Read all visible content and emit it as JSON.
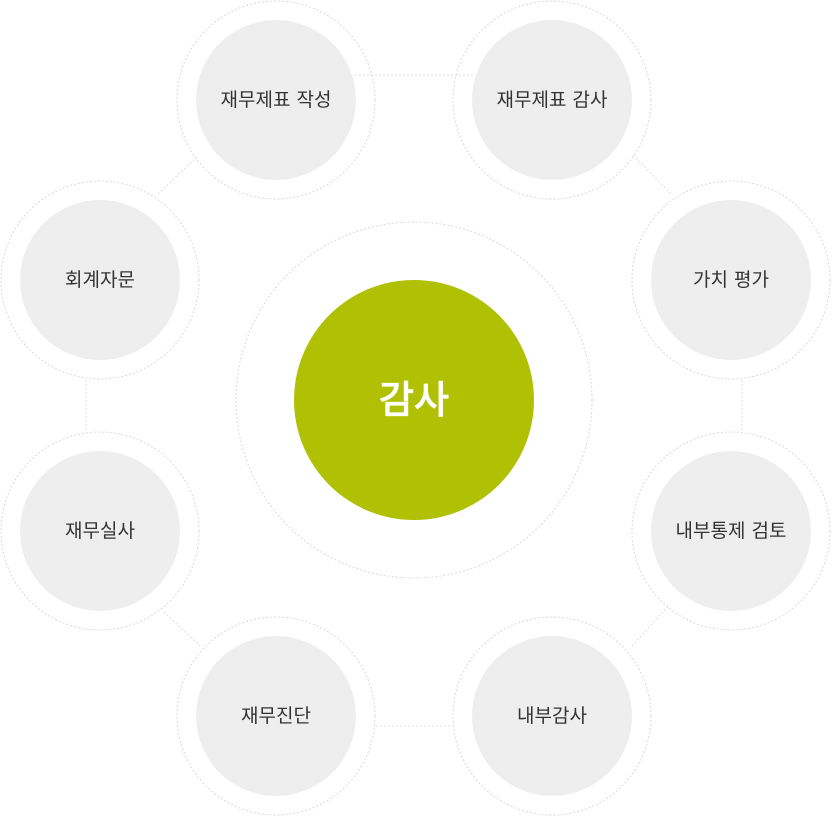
{
  "center": {
    "label": "감사",
    "color": "#b0c103"
  },
  "nodes": [
    {
      "label": "재무제표 작성"
    },
    {
      "label": "재무제표 감사"
    },
    {
      "label": "회계자문"
    },
    {
      "label": "가치 평가"
    },
    {
      "label": "재무실사"
    },
    {
      "label": "내부통제 검토"
    },
    {
      "label": "재무진단"
    },
    {
      "label": "내부감사"
    }
  ],
  "colors": {
    "node_fill": "#eeeeee",
    "ring_stroke": "#d9d9d9",
    "label_text": "#333333"
  }
}
